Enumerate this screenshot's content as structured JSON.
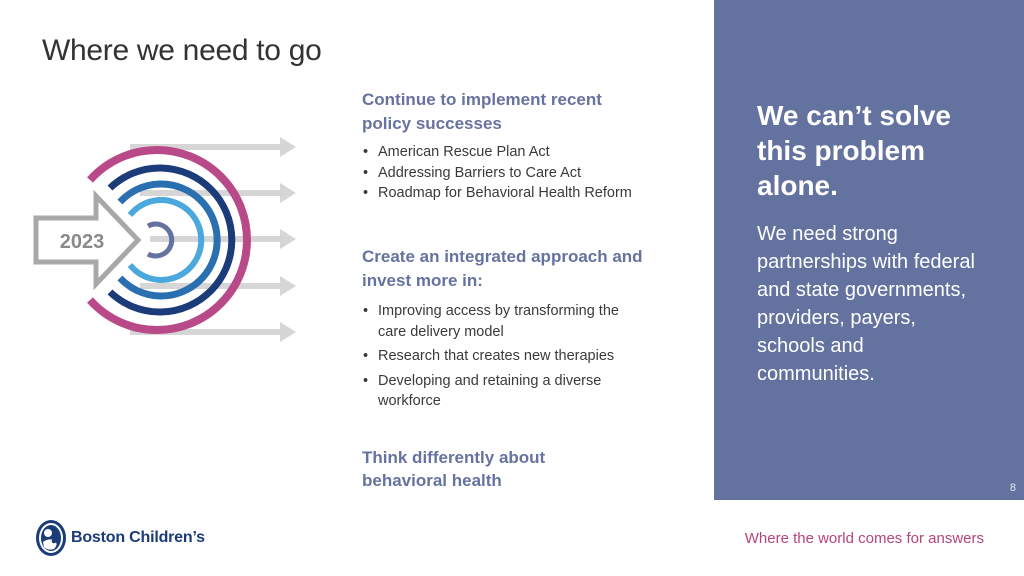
{
  "slide": {
    "title": "Where we need to go",
    "year_label": "2023"
  },
  "sections": [
    {
      "heading_lines": [
        "Continue to implement recent",
        "policy successes"
      ],
      "bullets": [
        "American Rescue Plan Act",
        "Addressing Barriers to Care Act",
        "Roadmap for Behavioral Health Reform"
      ]
    },
    {
      "heading_lines": [
        "Create an integrated approach and",
        "invest more in:"
      ],
      "bullets": [
        {
          "lines": [
            "Improving access by transforming the",
            "care delivery model"
          ]
        },
        {
          "lines": [
            "Research that creates new therapies"
          ]
        },
        {
          "lines": [
            "Developing and retaining a diverse",
            "workforce"
          ]
        }
      ]
    },
    {
      "heading_lines": [
        "Think differently about",
        "behavioral health"
      ]
    }
  ],
  "panel": {
    "title_lines": [
      "We can’t solve",
      "this problem",
      "alone."
    ],
    "body_lines": [
      "We need strong",
      "partnerships with federal",
      "and state governments,",
      "providers, payers,",
      "schools and",
      "communities."
    ],
    "page_number": "8"
  },
  "footer": {
    "logo_text": "Boston Children’s",
    "tagline": "Where the world comes for answers"
  },
  "colors": {
    "panel": "#6472a0",
    "heading": "#6673a0",
    "magenta": "#b94a8a",
    "navy": "#1b3b79",
    "blue": "#2a6fb0",
    "light_blue": "#4aa8dc",
    "gray_arrow": "#b8b8b8"
  },
  "icons": [
    "outline-arrow-icon",
    "concentric-arcs-icon",
    "boston-childrens-logo-icon"
  ]
}
